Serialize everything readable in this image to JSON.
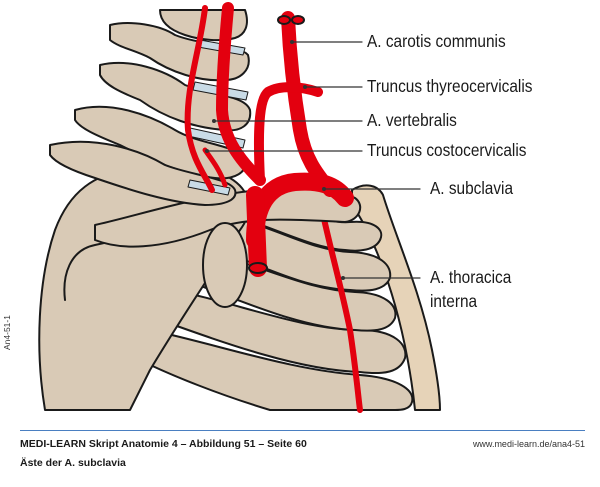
{
  "figure": {
    "title": "Äste der A. subclavia",
    "figure_code": "An4-51-1",
    "colors": {
      "bone": "#d9cab6",
      "bone_light": "#e6d3b8",
      "artery": "#e3000f",
      "disc": "#c9dbe6",
      "outline": "#1a1a1a",
      "leader": "#333333",
      "rule": "#4a7fc1"
    },
    "labels": [
      {
        "id": "carotis",
        "text": "A. carotis communis"
      },
      {
        "id": "thyreocervicalis",
        "text": "Truncus thyreocervicalis"
      },
      {
        "id": "vertebralis",
        "text": "A. vertebralis"
      },
      {
        "id": "costocervicalis",
        "text": "Truncus costocervicalis"
      },
      {
        "id": "subclavia",
        "text": "A. subclavia"
      },
      {
        "id": "thoracica_line1",
        "text": "A. thoracica"
      },
      {
        "id": "thoracica_line2",
        "text": "interna"
      }
    ]
  },
  "footer": {
    "source": "MEDI-LEARN Skript Anatomie 4 – Abbildung 51 – Seite 60",
    "subtitle": "Äste der A. subclavia",
    "url": "www.medi-learn.de/ana4-51"
  }
}
